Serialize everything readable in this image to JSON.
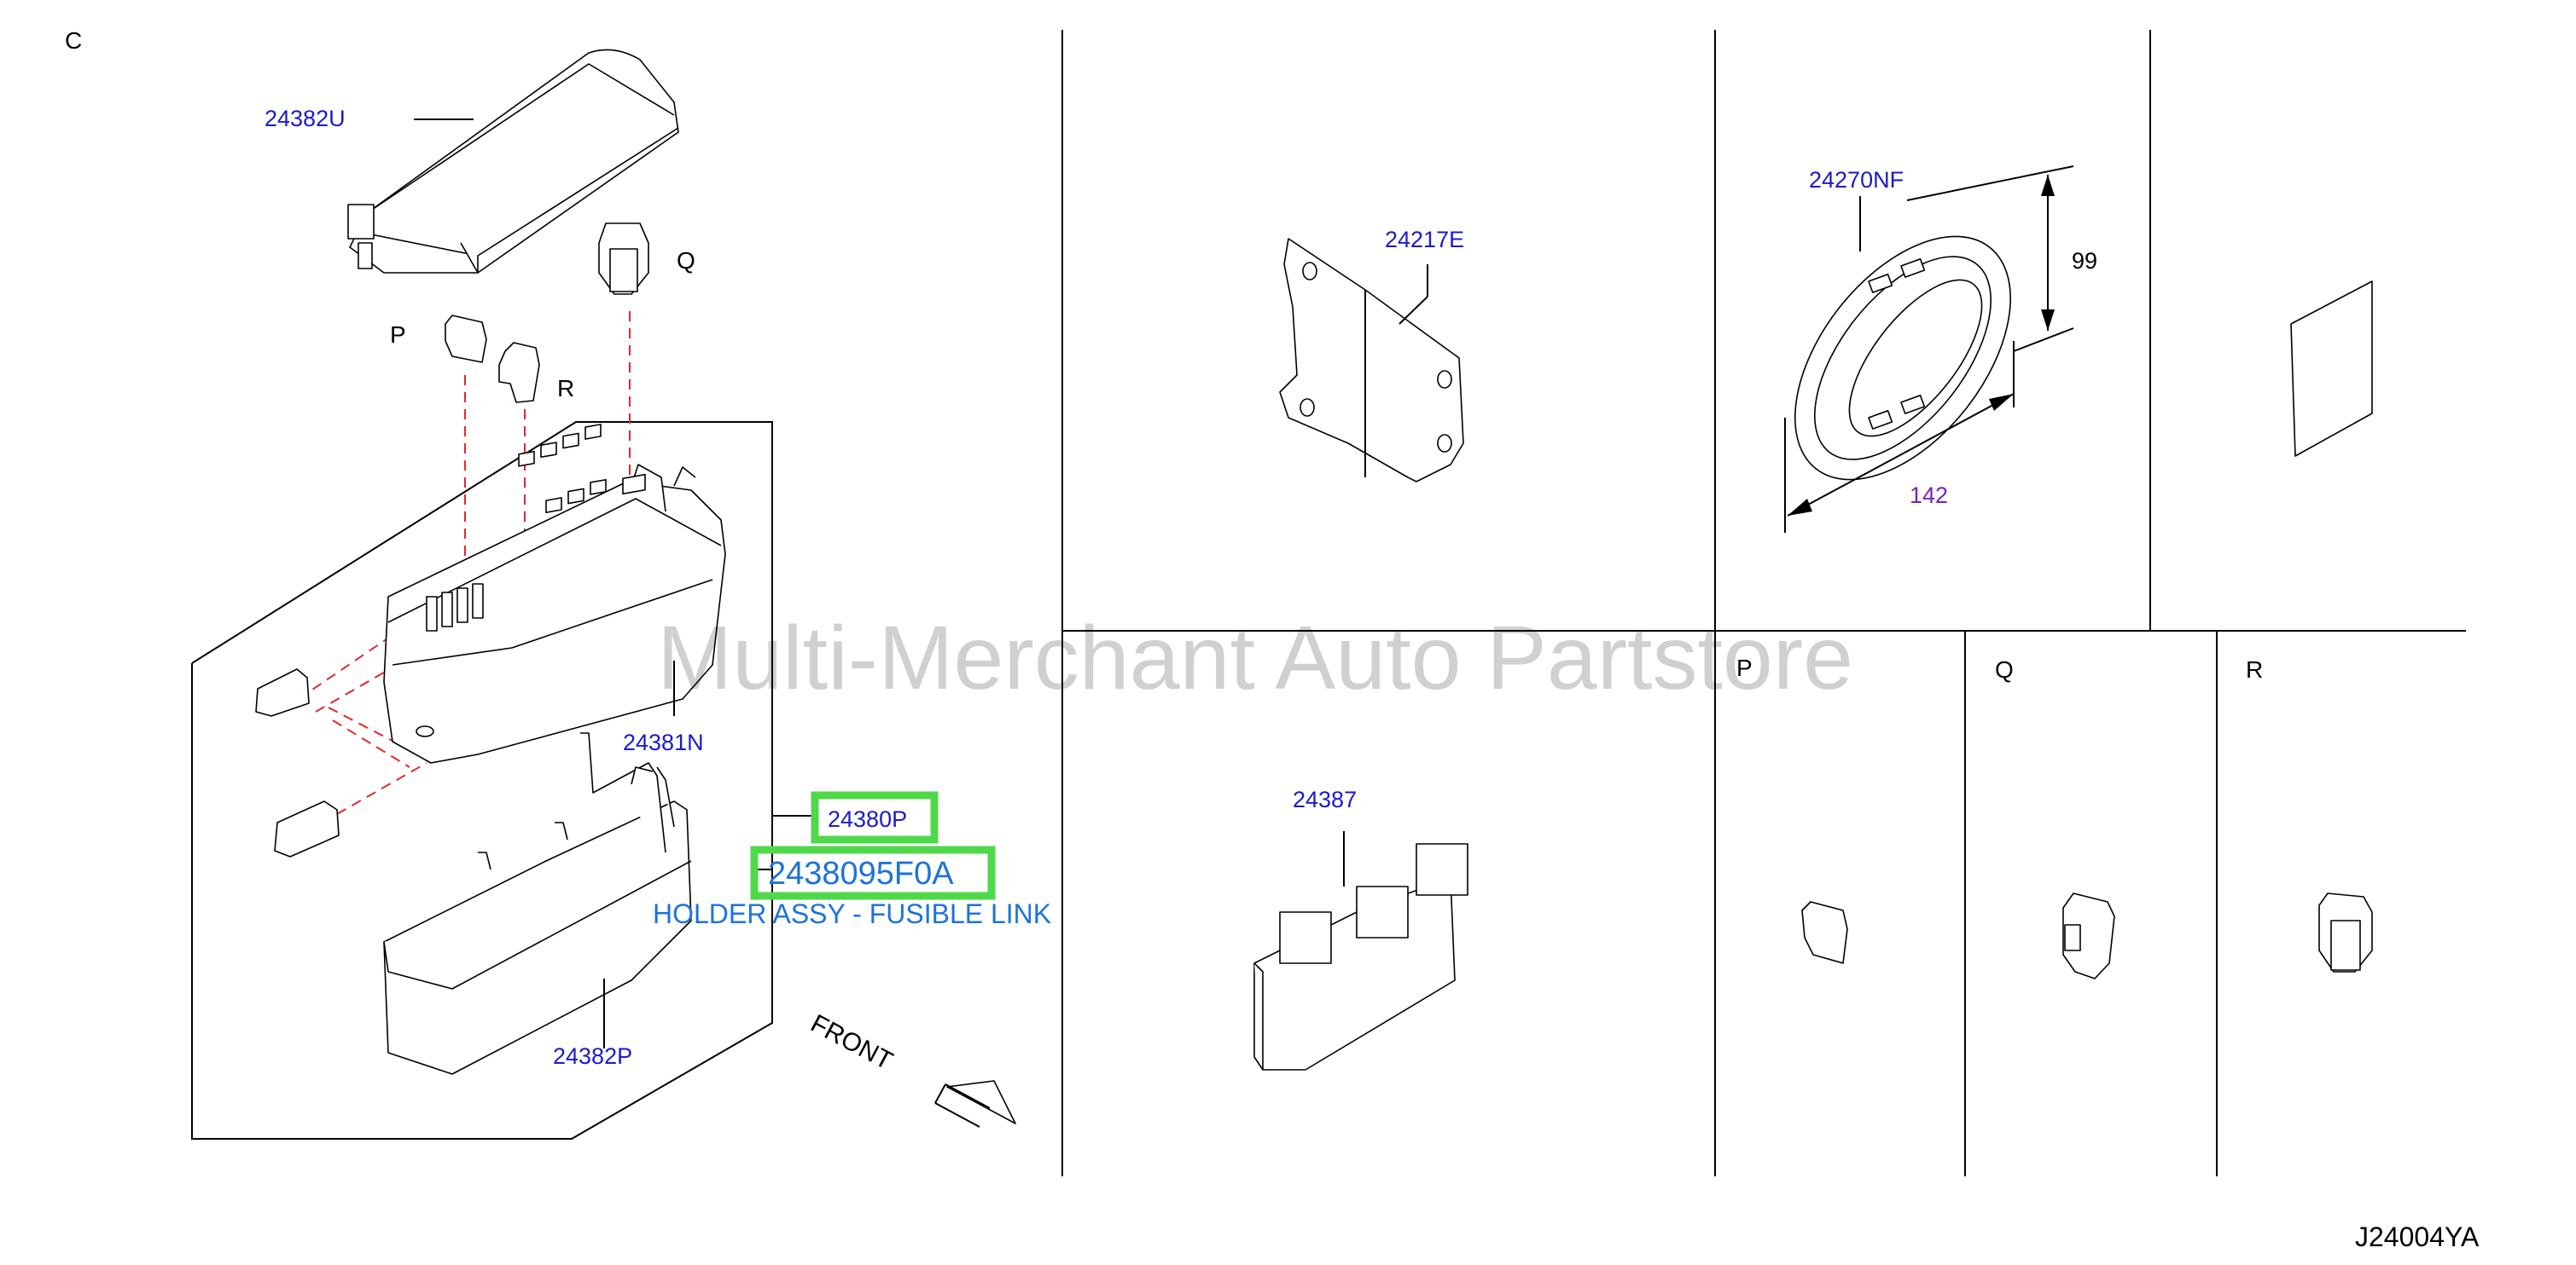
{
  "section_labels": {
    "c": "C",
    "p_top": "P",
    "q_top": "Q",
    "r_top": "R",
    "p_cell": "P",
    "q_cell": "Q",
    "r_cell": "R"
  },
  "parts": {
    "p24382U": "24382U",
    "p24381N": "24381N",
    "p24382P": "24382P",
    "p24380P": "24380P",
    "p24217E": "24217E",
    "p24270NF": "24270NF",
    "p24387": "24387"
  },
  "dimensions": {
    "height": "99",
    "width": "142"
  },
  "highlight": {
    "part_number": "2438095F0A",
    "description": "HOLDER ASSY - FUSIBLE LINK",
    "box_color": "#4fd94a",
    "text_color": "#1e73d9"
  },
  "front_label": "FRONT",
  "watermark": "Multi-Merchant Auto Partstore",
  "diagram_code": "J24004YA"
}
